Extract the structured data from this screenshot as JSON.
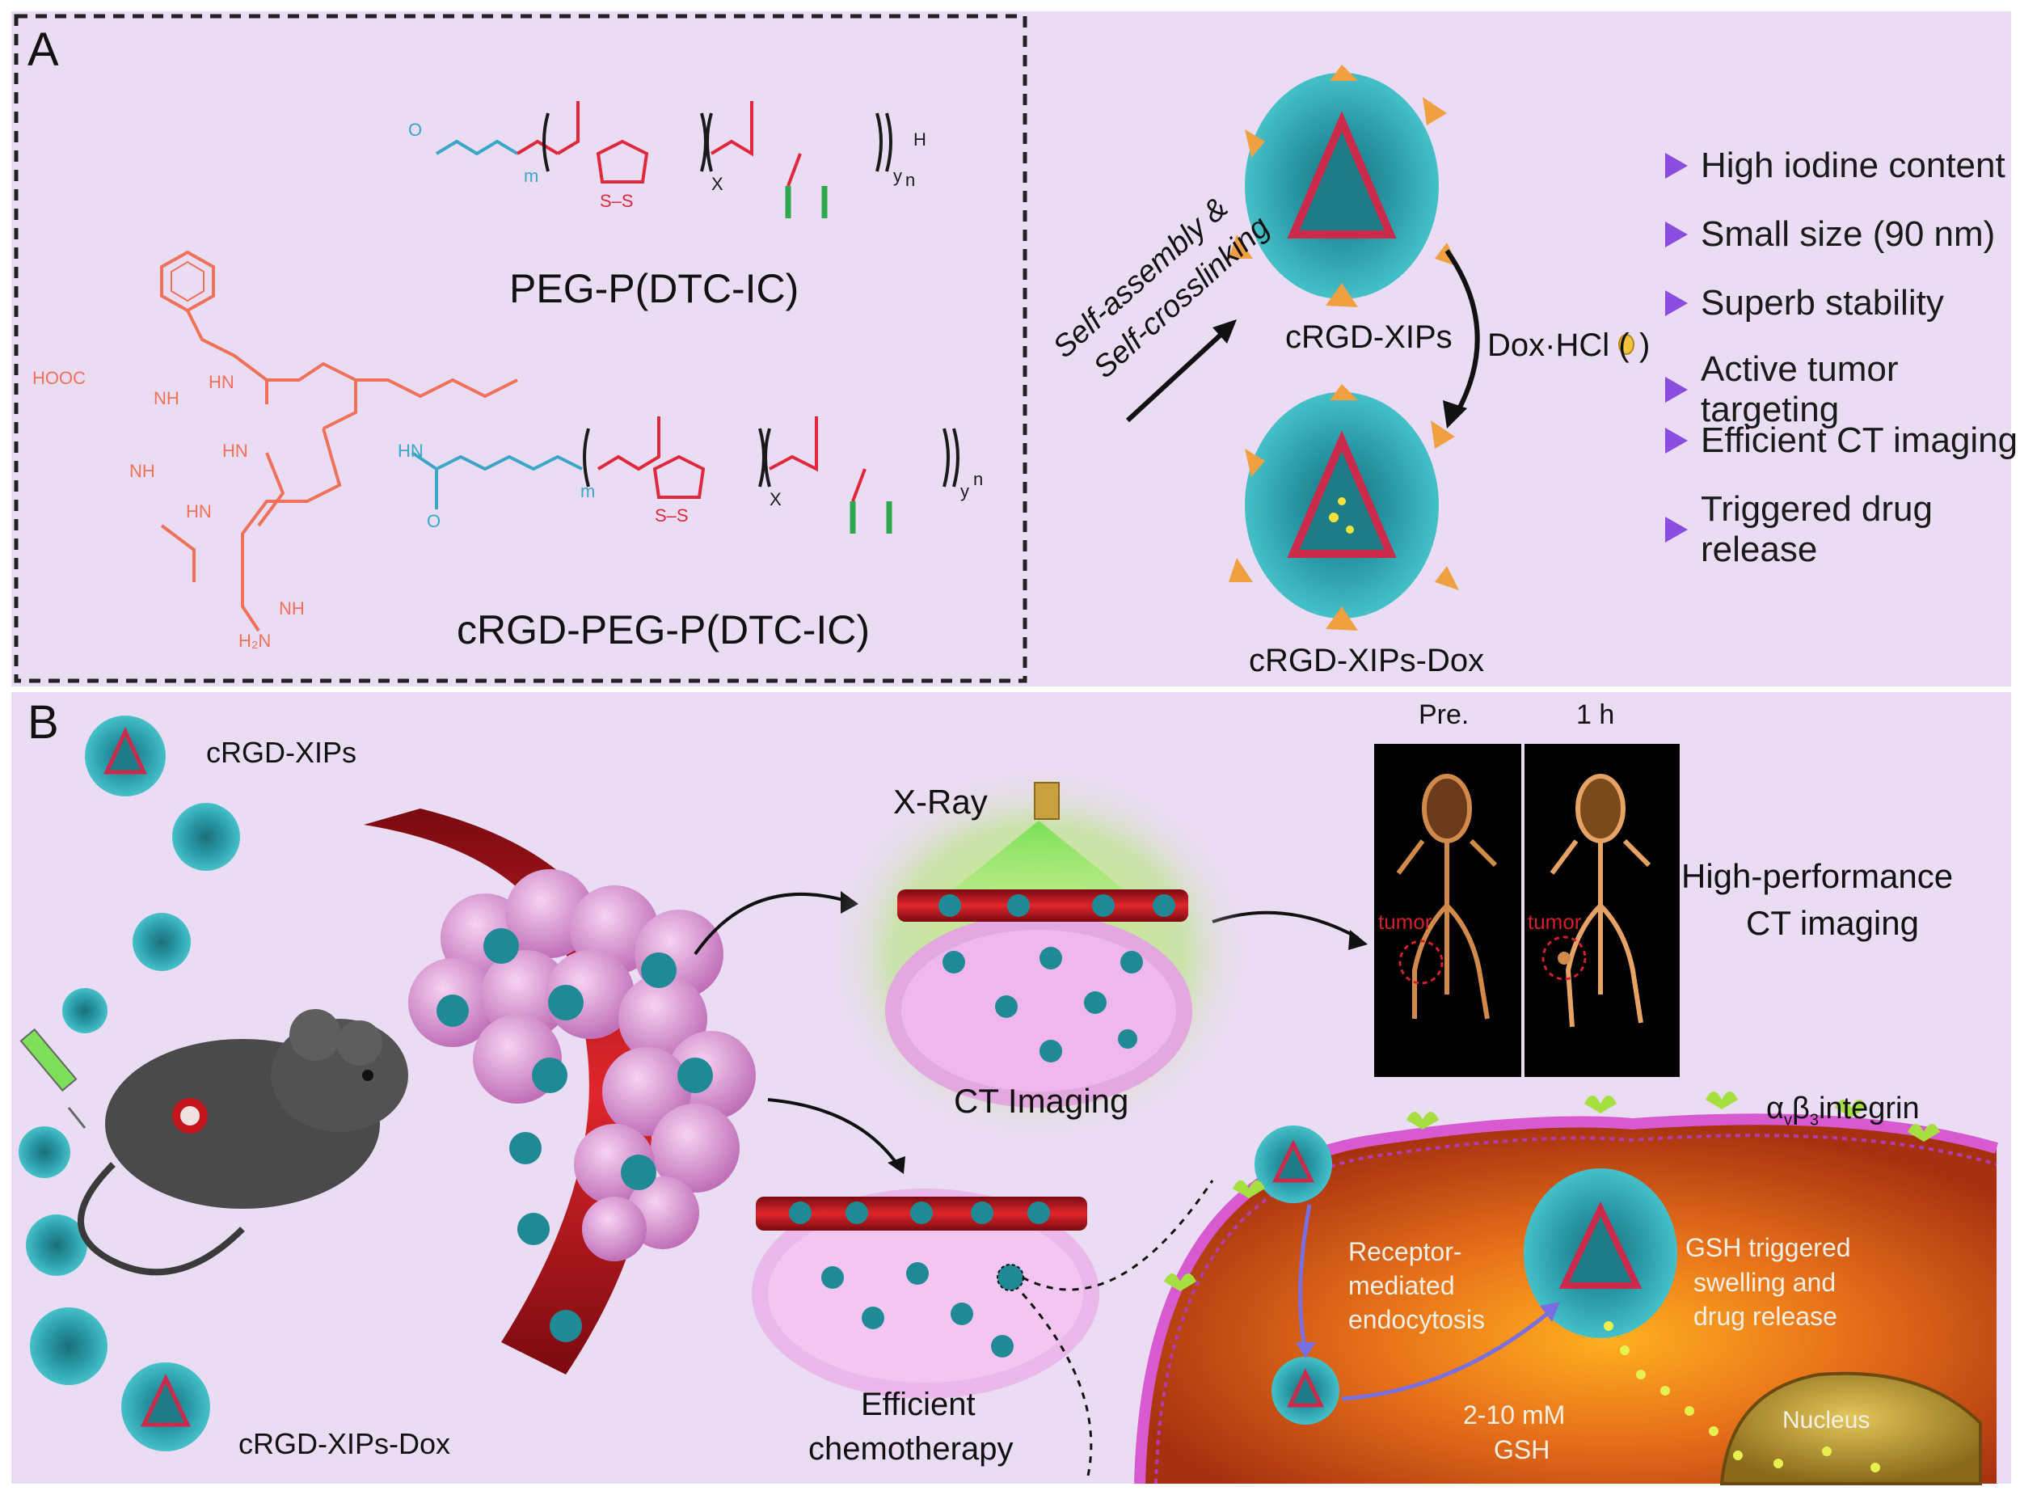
{
  "panel_a": {
    "letter": "A",
    "polymer_1": "PEG-P(DTC-IC)",
    "polymer_2": "cRGD-PEG-P(DTC-IC)",
    "assembly_label_1": "Self-assembly &",
    "assembly_label_2": "Self-crosslinking",
    "particle_1": "cRGD-XIPs",
    "particle_2": "cRGD-XIPs-Dox",
    "drug_loading": "Dox·HCl (",
    "drug_loading_end": ")",
    "features": [
      "High iodine content",
      "Small size (90 nm)",
      "Superb stability",
      "Active tumor targeting",
      "Efficient CT imaging",
      "Triggered drug release"
    ],
    "chem": {
      "hooc": "HOOC",
      "nh": "NH",
      "hn": "HN",
      "nh2": "H₂N",
      "o": "O",
      "ss": "S–S",
      "m": "m",
      "x": "X",
      "y": "y",
      "n": "n",
      "h": "H",
      "i": "I"
    }
  },
  "panel_b": {
    "letter": "B",
    "legend_1": "cRGD-XIPs",
    "legend_2": "cRGD-XIPs-Dox",
    "xray": "X-Ray",
    "ct_imaging": "CT  Imaging",
    "pre": "Pre.",
    "one_h": "1 h",
    "tumor": "tumor",
    "high_perf_1": "High-performance",
    "high_perf_2": "CT imaging",
    "chemo_1": "Efficient",
    "chemo_2": "chemotherapy",
    "integrin_a": "α",
    "integrin_v": "v",
    "integrin_b": "β",
    "integrin_3": "3",
    "integrin_word": "integrin",
    "receptor_1": "Receptor-",
    "receptor_2": "mediated",
    "receptor_3": "endocytosis",
    "gsh_1": "GSH triggered",
    "gsh_2": "swelling and",
    "gsh_3": "drug release",
    "gsh_conc_1": "2-10 mM",
    "gsh_conc_2": "GSH",
    "nucleus": "Nucleus"
  },
  "colors": {
    "background": "#eadcf2",
    "peg": "#3aa7c9",
    "polymer": "#e0283c",
    "rgd": "#f0715a",
    "iodine": "#2ea84a",
    "bullet": "#8a4de0",
    "vessel": "#c4141c",
    "tumor": "#d98bd0",
    "particle": "#2a9aa8",
    "cell": "#d1461c"
  }
}
